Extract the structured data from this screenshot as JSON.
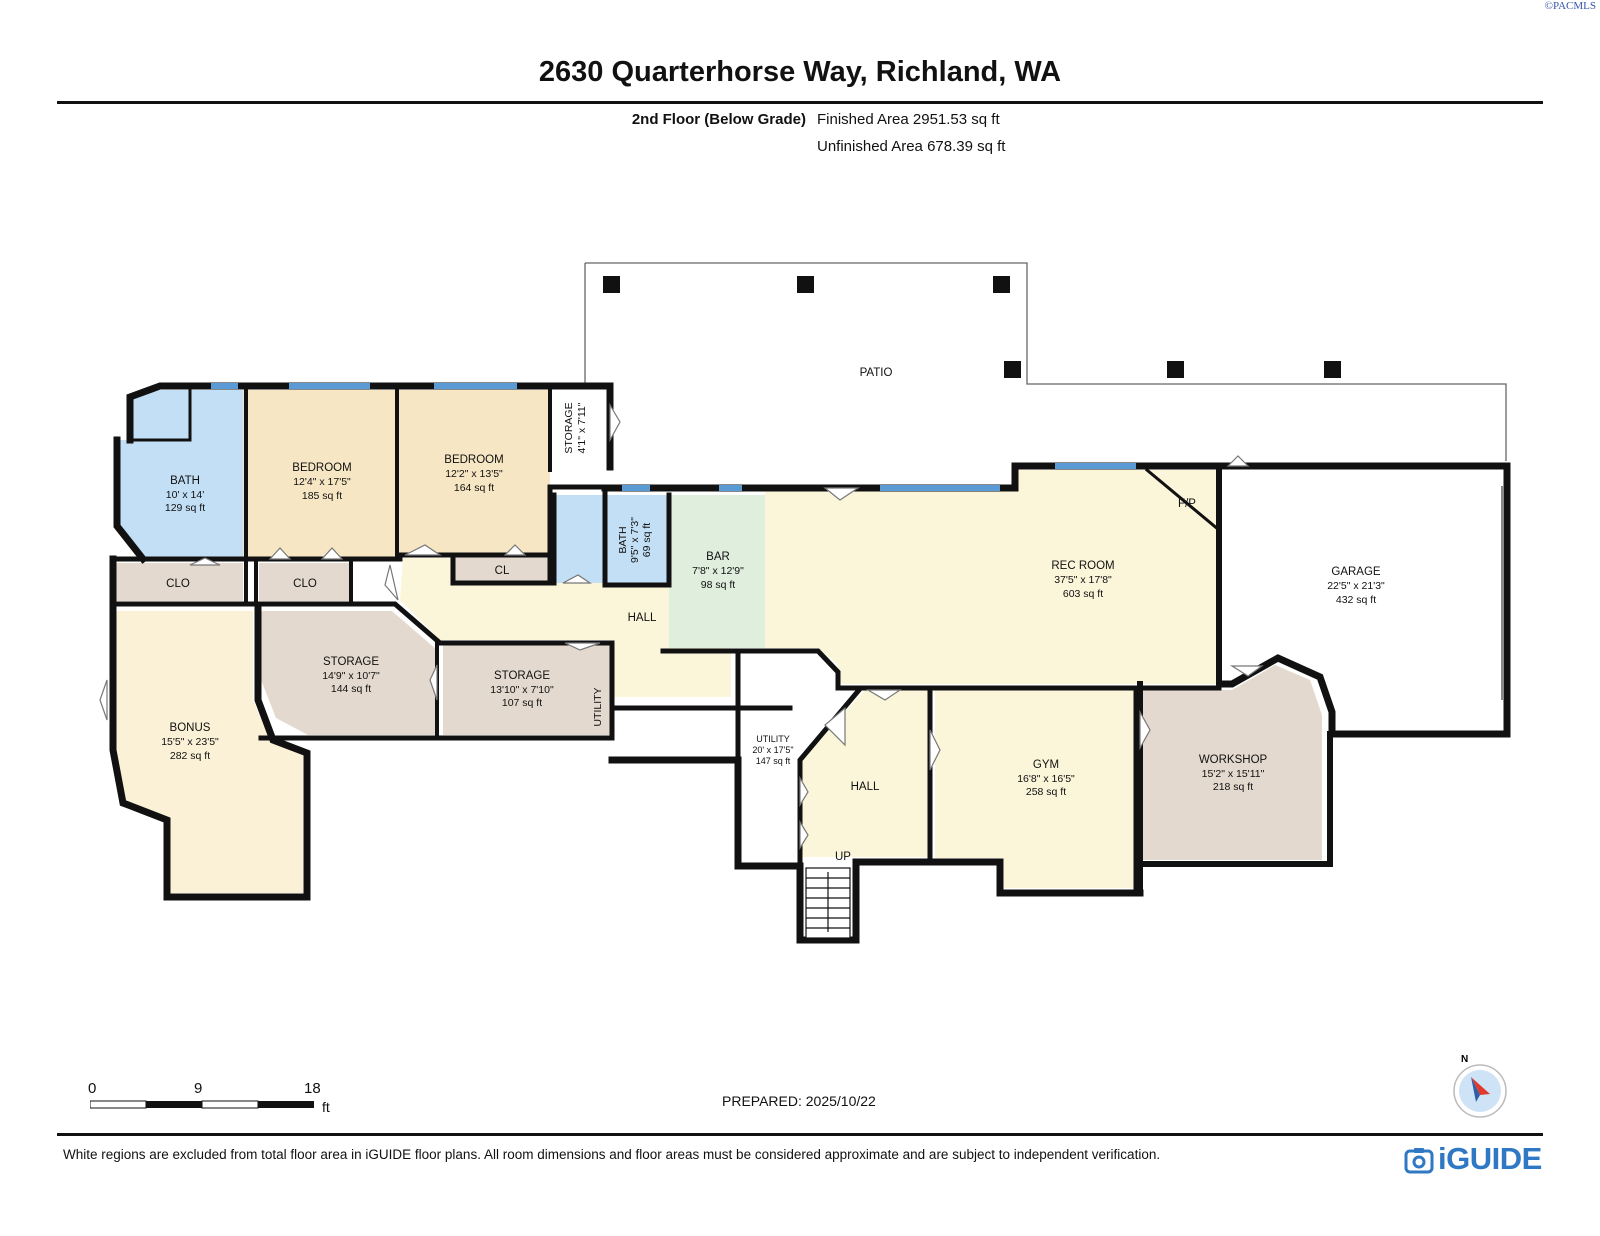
{
  "copyright": "©PACMLS",
  "title": "2630 Quarterhorse Way, Richland, WA",
  "floor": {
    "name": "2nd Floor (Below Grade)",
    "finished": "Finished Area 2951.53 sq ft",
    "unfinished": "Unfinished Area 678.39 sq ft"
  },
  "colors": {
    "bath": "#c3dff5",
    "bedroom": "#f7e6c3",
    "hall": "#fbf5da",
    "storage": "#e4d9ce",
    "bar": "#dfeedd",
    "wall": "#111111",
    "window": "#5b9bd5",
    "brand": "#2f78c4"
  },
  "rooms": {
    "bath1": {
      "name": "BATH",
      "dims": "10' x 14'",
      "area": "129 sq ft"
    },
    "bedroom1": {
      "name": "BEDROOM",
      "dims": "12'4\" x 17'5\"",
      "area": "185 sq ft"
    },
    "bedroom2": {
      "name": "BEDROOM",
      "dims": "12'2\" x 13'5\"",
      "area": "164 sq ft"
    },
    "storage_small": {
      "name": "STORAGE",
      "dims": "4'1\" x 7'11\""
    },
    "bath2": {
      "name": "BATH",
      "dims": "9'5\" x 7'3\"",
      "area": "69 sq ft"
    },
    "bar": {
      "name": "BAR",
      "dims": "7'8\" x 12'9\"",
      "area": "98 sq ft"
    },
    "rec_room": {
      "name": "REC ROOM",
      "dims": "37'5\" x 17'8\"",
      "area": "603 sq ft"
    },
    "garage": {
      "name": "GARAGE",
      "dims": "22'5\" x 21'3\"",
      "area": "432 sq ft"
    },
    "patio": {
      "name": "PATIO"
    },
    "fp": {
      "name": "F/P"
    },
    "clo1": {
      "name": "CLO"
    },
    "clo2": {
      "name": "CLO"
    },
    "cl": {
      "name": "CL"
    },
    "hall_upper": {
      "name": "HALL"
    },
    "storage1": {
      "name": "STORAGE",
      "dims": "14'9\" x 10'7\"",
      "area": "144 sq ft"
    },
    "storage2": {
      "name": "STORAGE",
      "dims": "13'10\" x 7'10\"",
      "area": "107 sq ft"
    },
    "utility_small": {
      "name": "UTILITY"
    },
    "bonus": {
      "name": "BONUS",
      "dims": "15'5\" x 23'5\"",
      "area": "282 sq ft"
    },
    "utility": {
      "name": "UTILITY",
      "dims": "20' x 17'5\"",
      "area": "147 sq ft"
    },
    "hall_lower": {
      "name": "HALL"
    },
    "up": {
      "name": "UP"
    },
    "gym": {
      "name": "GYM",
      "dims": "16'8\" x 16'5\"",
      "area": "258 sq ft"
    },
    "workshop": {
      "name": "WORKSHOP",
      "dims": "15'2\" x 15'11\"",
      "area": "218 sq ft"
    }
  },
  "scale": {
    "marks": [
      "0",
      "9",
      "18"
    ],
    "unit": "ft"
  },
  "prepared": "PREPARED: 2025/10/22",
  "compass": {
    "north": "N"
  },
  "disclaimer": "White regions are excluded from total floor area in iGUIDE floor plans. All room dimensions and floor areas must be considered approximate and are subject to independent verification.",
  "brand": "iGUIDE"
}
